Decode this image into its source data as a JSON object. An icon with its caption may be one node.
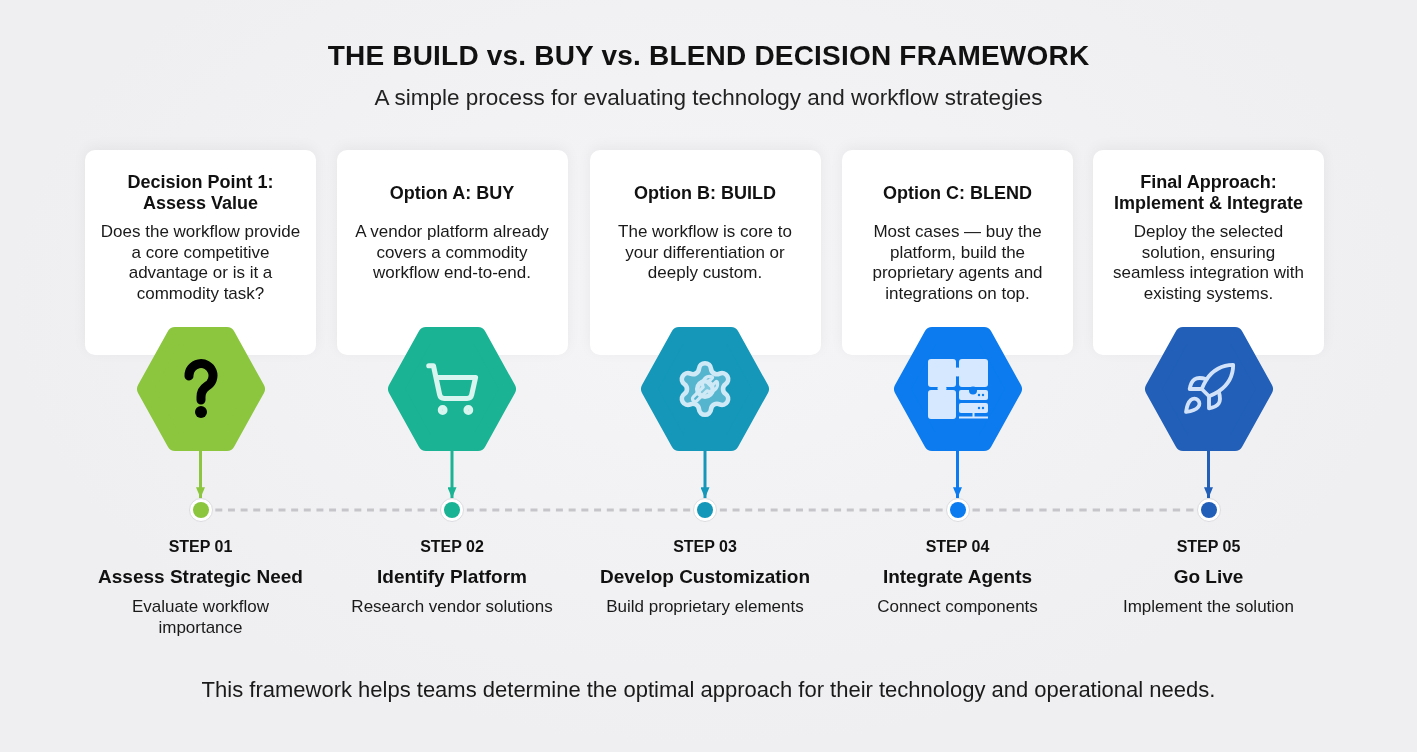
{
  "diagram": {
    "title": "THE BUILD vs. BUY vs. BLEND DECISION FRAMEWORK",
    "caption": "This framework helps teams determine the optimal approach for their technology and operational needs.",
    "labels": [
      "A simple process for evaluating technology and workflow strategies"
    ],
    "nodes": [
      {
        "text": [
          "Decision Point 1: Assess Value",
          "Does the workflow provide a core competitive advantage or is it a commodity task?"
        ]
      },
      {
        "text": [
          "Option A: BUY",
          "A vendor platform already covers a commodity workflow end-to-end."
        ]
      },
      {
        "text": [
          "Option B: BUILD",
          "The workflow is core to your differentiation or deeply custom."
        ]
      },
      {
        "text": [
          "Option C: BLEND",
          "Most cases — buy the platform, build the proprietary agents and integrations on top."
        ]
      },
      {
        "text": [
          "Final Approach: Implement & Integrate",
          "Deploy the selected solution, ensuring seamless integration with existing systems."
        ]
      },
      {
        "text": [],
        "shape": "hexagon"
      },
      {
        "text": [],
        "shape": "hexagon"
      },
      {
        "text": [],
        "shape": "hexagon"
      },
      {
        "text": [],
        "shape": "hexagon"
      },
      {
        "text": [],
        "shape": "hexagon"
      },
      {
        "text": [],
        "shape": "circle",
        "beside": [
          "STEP 01",
          "Assess Strategic Need",
          "Evaluate workflow importance"
        ]
      },
      {
        "text": [],
        "shape": "circle",
        "beside": [
          "STEP 02",
          "Identify Platform",
          "Research vendor solutions"
        ]
      },
      {
        "text": [],
        "shape": "circle",
        "beside": [
          "STEP 03",
          "Develop Customization",
          "Build proprietary elements"
        ]
      },
      {
        "text": [],
        "shape": "circle",
        "beside": [
          "STEP 04",
          "Integrate Agents",
          "Connect components"
        ]
      },
      {
        "text": [],
        "shape": "circle",
        "beside": [
          "STEP 05",
          "Go Live",
          "Implement the solution"
        ]
      }
    ],
    "edges": [
      {
        "from": 5,
        "to": 10,
        "arrow": "to",
        "color": "#8cc63f"
      },
      {
        "from": 6,
        "to": 11,
        "arrow": "to",
        "color": "#1ab394"
      },
      {
        "from": 7,
        "to": 12,
        "arrow": "to",
        "color": "#1497b8"
      },
      {
        "from": 8,
        "to": 13,
        "arrow": "to",
        "color": "#0b7bef"
      },
      {
        "from": 9,
        "to": 14,
        "arrow": "to",
        "color": "#215fb8"
      },
      {
        "from": 10,
        "to": 11,
        "arrow": "none",
        "style": "dashed",
        "color": "#c6c6ca"
      },
      {
        "from": 11,
        "to": 12,
        "arrow": "none",
        "style": "dashed",
        "color": "#c6c6ca"
      },
      {
        "from": 12,
        "to": 13,
        "arrow": "none",
        "style": "dashed",
        "color": "#c6c6ca"
      },
      {
        "from": 13,
        "to": 14,
        "arrow": "none",
        "style": "dashed",
        "color": "#c6c6ca"
      }
    ]
  }
}
